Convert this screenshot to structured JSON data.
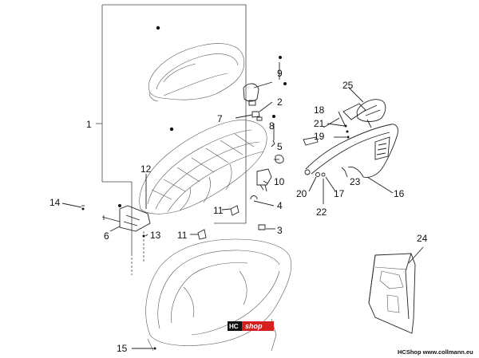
{
  "diagram": {
    "callouts": {
      "c1": "1",
      "c2": "2",
      "c3": "3",
      "c4": "4",
      "c5": "5",
      "c6": "6",
      "c7": "7",
      "c8": "8",
      "c9": "9",
      "c10": "10",
      "c11a": "11",
      "c11b": "11",
      "c12": "12",
      "c13": "13",
      "c14": "14",
      "c15": "15",
      "c16": "16",
      "c17": "17",
      "c18": "18",
      "c19": "19",
      "c20": "20",
      "c21": "21",
      "c22": "22",
      "c23": "23",
      "c24": "24",
      "c25": "25"
    },
    "badge": {
      "part1": "HC",
      "part2": "shop"
    },
    "footer": "HCShop www.collmann.eu"
  }
}
